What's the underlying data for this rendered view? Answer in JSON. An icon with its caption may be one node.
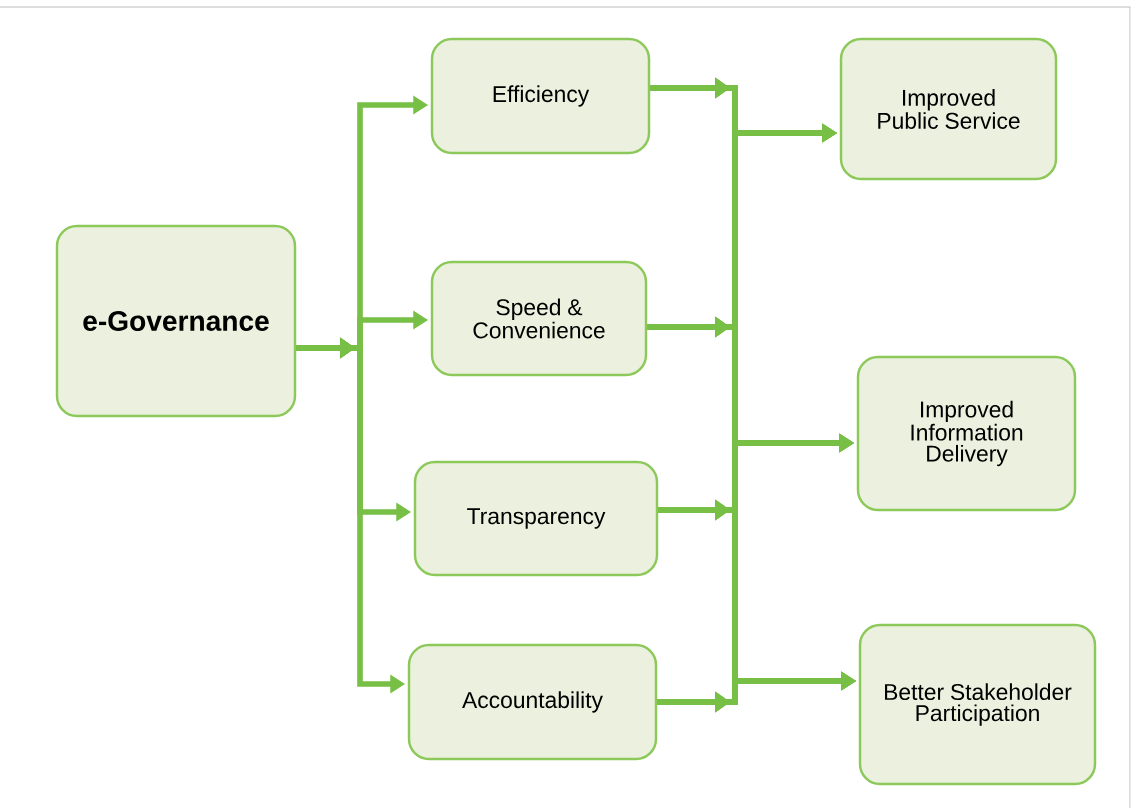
{
  "diagram": {
    "nodes": [
      {
        "text": [
          "e-Governance"
        ]
      },
      {
        "text": [
          "Efficiency"
        ]
      },
      {
        "text": [
          "Speed & Convenience"
        ]
      },
      {
        "text": [
          "Transparency"
        ]
      },
      {
        "text": [
          "Accountability"
        ]
      },
      {
        "text": [
          "Improved Public Service"
        ]
      },
      {
        "text": [
          "Improved Information Delivery"
        ]
      },
      {
        "text": [
          "Better Stakeholder Participation"
        ]
      }
    ],
    "edges": [
      {
        "from": 0,
        "to": 1,
        "arrow": "to"
      },
      {
        "from": 0,
        "to": 2,
        "arrow": "to"
      },
      {
        "from": 0,
        "to": 3,
        "arrow": "to"
      },
      {
        "from": 0,
        "to": 4,
        "arrow": "to"
      },
      {
        "from": 1,
        "to": 5,
        "arrow": "to"
      },
      {
        "from": 1,
        "to": 6,
        "arrow": "to"
      },
      {
        "from": 1,
        "to": 7,
        "arrow": "to"
      },
      {
        "from": 2,
        "to": 5,
        "arrow": "to"
      },
      {
        "from": 2,
        "to": 6,
        "arrow": "to"
      },
      {
        "from": 2,
        "to": 7,
        "arrow": "to"
      },
      {
        "from": 3,
        "to": 5,
        "arrow": "to"
      },
      {
        "from": 3,
        "to": 6,
        "arrow": "to"
      },
      {
        "from": 3,
        "to": 7,
        "arrow": "to"
      },
      {
        "from": 4,
        "to": 5,
        "arrow": "to"
      },
      {
        "from": 4,
        "to": 6,
        "arrow": "to"
      },
      {
        "from": 4,
        "to": 7,
        "arrow": "to"
      }
    ]
  }
}
